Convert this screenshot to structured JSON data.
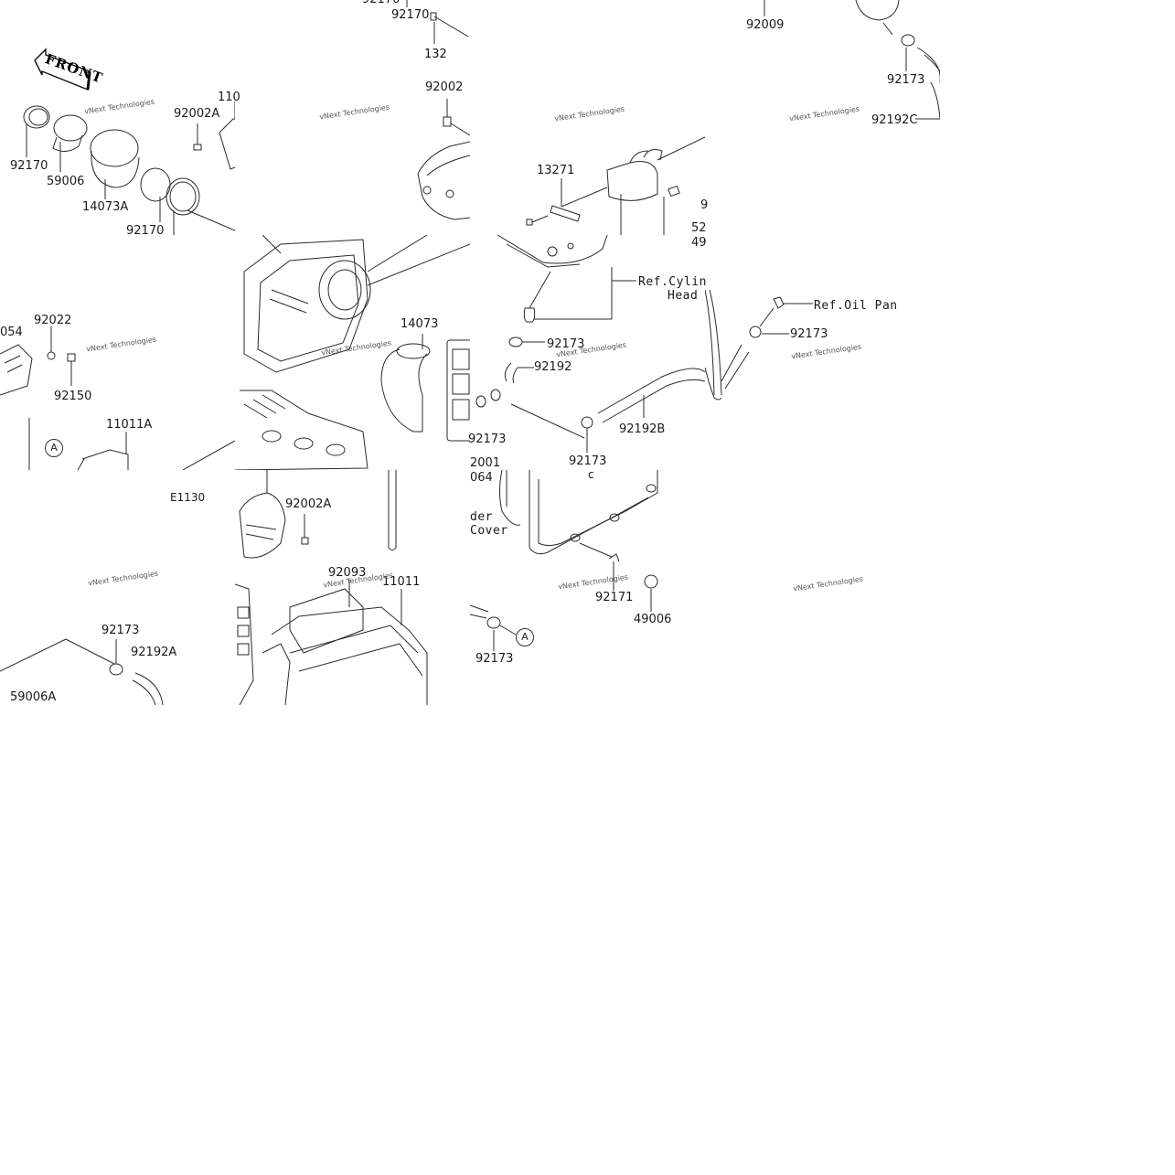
{
  "diagram": {
    "part_labels": {
      "p92170_top": "92170",
      "p132": "132",
      "p92009": "92009",
      "p92173_tr": "92173",
      "p92192C": "92192C",
      "p92170_l": "92170",
      "p59006": "59006",
      "p14073A": "14073A",
      "p92170_b": "92170",
      "p92002A_t": "92002A",
      "p110": "110",
      "p92002": "92002",
      "p13271": "13271",
      "p9": "9",
      "p52": "52",
      "p49": "49",
      "p054": "054",
      "p92022": "92022",
      "p92150": "92150",
      "p11011A": "11011A",
      "p14073": "14073",
      "p92173_m1": "92173",
      "p92192": "92192",
      "p92173_m2": "92173",
      "p92192B": "92192B",
      "p92173_m3": "92173",
      "p92173_r": "92173",
      "p2001": "2001",
      "p064": "064",
      "pE1130": "E1130",
      "p92002A_b": "92002A",
      "p92171": "92171",
      "p49006": "49006",
      "p92173_bl": "92173",
      "p92192A": "92192A",
      "p59006A": "59006A",
      "p92093": "92093",
      "p11011": "11011",
      "p92173_bm": "92173"
    },
    "ref_labels": {
      "cyl_head_1": "Ref.Cylin",
      "cyl_head_2": "Head",
      "oil_pan": "Ref.Oil Pan",
      "cover_1": "der",
      "cover_2": "Cover"
    },
    "callouts": {
      "a1": "A",
      "a2": "A",
      "c_small": "c"
    },
    "front_badge": "FRONT",
    "watermark": {
      "line1": "vNext Technologies",
      "line2": "Technologies"
    },
    "colors": {
      "line": "#2a2a2a",
      "background": "#ffffff",
      "watermark": "#9a9a9a"
    }
  }
}
